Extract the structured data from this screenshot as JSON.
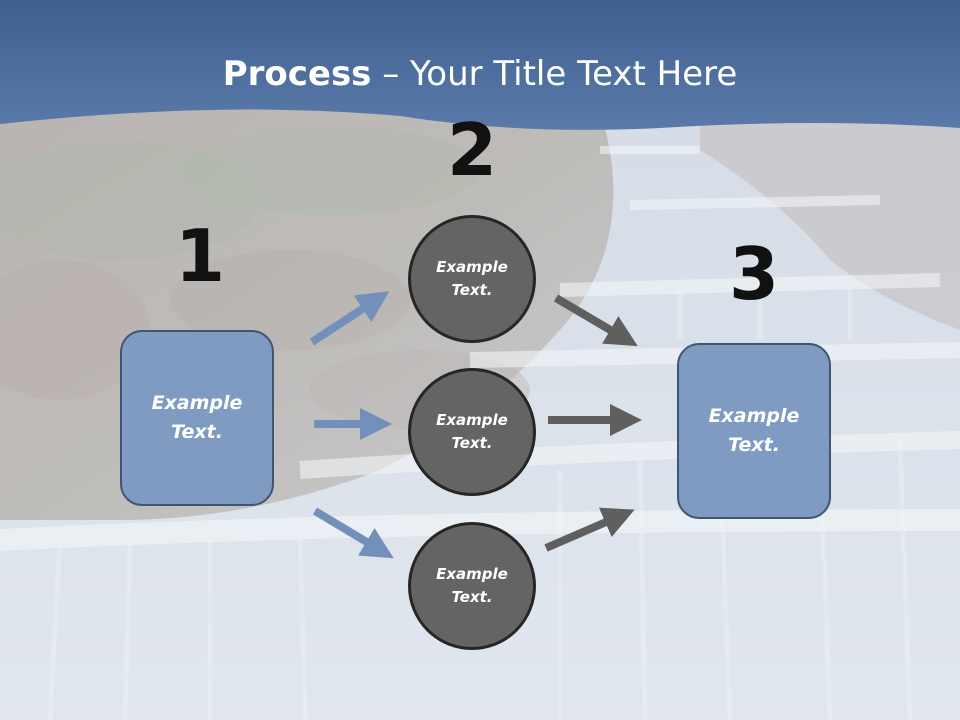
{
  "title": {
    "strong": "Process",
    "rest": " – Your Title Text Here"
  },
  "steps": [
    {
      "number": "1",
      "line1": "Example",
      "line2": "Text."
    },
    {
      "number": "2"
    },
    {
      "number": "3",
      "line1": "Example",
      "line2": "Text."
    }
  ],
  "circles": [
    {
      "line1": "Example",
      "line2": "Text."
    },
    {
      "line1": "Example",
      "line2": "Text."
    },
    {
      "line1": "Example",
      "line2": "Text."
    }
  ],
  "colors": {
    "header_blue": "#4f6e9c",
    "box_fill": "#7f9bc2",
    "circle_fill": "#646464",
    "arrow_blue": "#7390bb",
    "arrow_gray": "#5f5f5f"
  }
}
